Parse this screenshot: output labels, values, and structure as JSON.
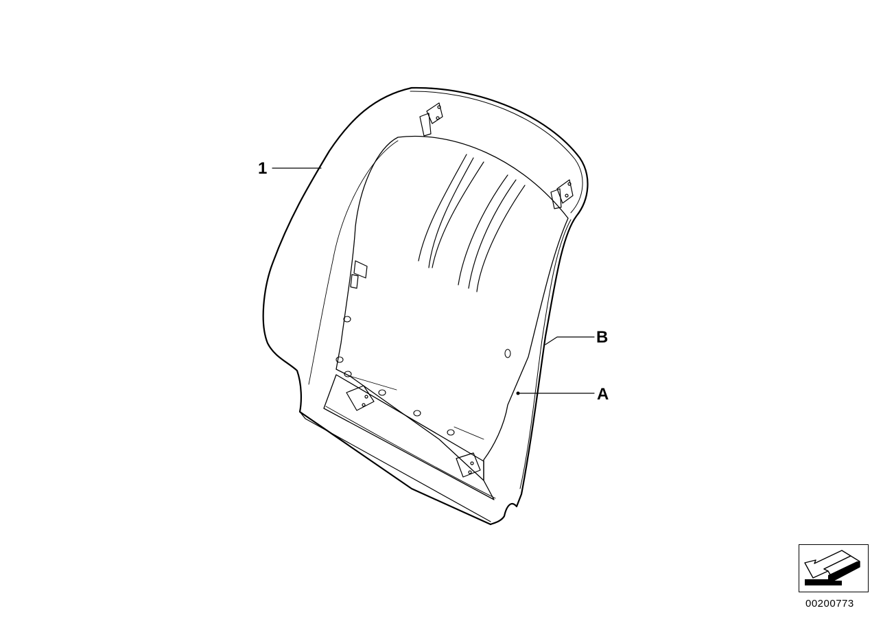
{
  "callouts": {
    "part_1": "1",
    "point_b": "B",
    "point_a": "A"
  },
  "diagram_id": "00200773",
  "icons": {
    "orientation": "orientation-arrow-icon"
  },
  "colors": {
    "line": "#000000",
    "background": "#ffffff"
  }
}
